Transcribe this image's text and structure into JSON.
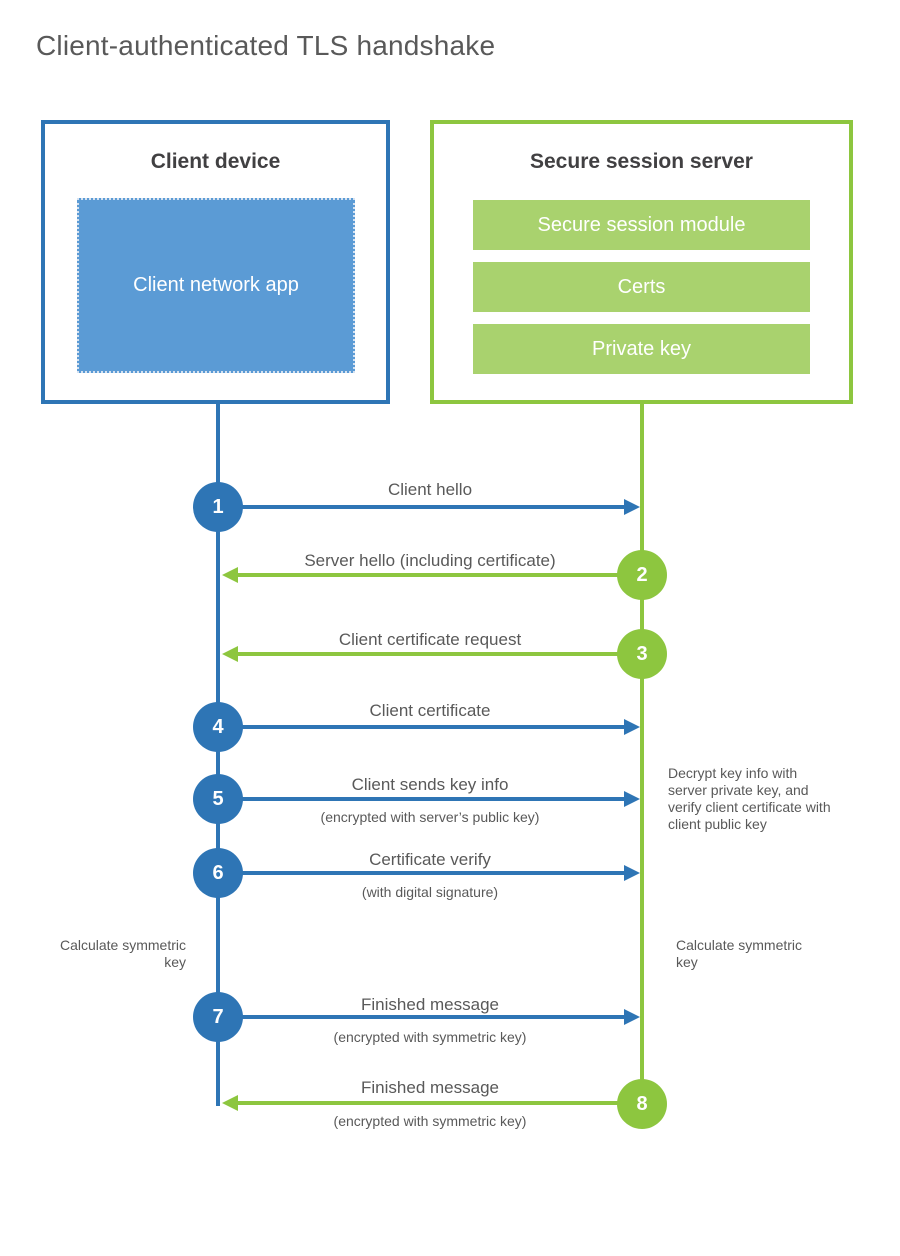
{
  "title": "Client-authenticated TLS handshake",
  "client": {
    "title": "Client device",
    "app_label": "Client network app"
  },
  "server": {
    "title": "Secure session server",
    "modules": [
      "Secure session module",
      "Certs",
      "Private key"
    ]
  },
  "messages": [
    {
      "num": "1",
      "from": "client",
      "to": "server",
      "label": "Client hello"
    },
    {
      "num": "2",
      "from": "server",
      "to": "client",
      "label": "Server hello (including certificate)"
    },
    {
      "num": "3",
      "from": "server",
      "to": "client",
      "label": "Client certificate request"
    },
    {
      "num": "4",
      "from": "client",
      "to": "server",
      "label": "Client certificate"
    },
    {
      "num": "5",
      "from": "client",
      "to": "server",
      "label": "Client sends key info",
      "sublabel": "(encrypted with server’s public key)"
    },
    {
      "num": "6",
      "from": "client",
      "to": "server",
      "label": "Certificate verify",
      "sublabel": "(with digital signature)"
    },
    {
      "num": "7",
      "from": "client",
      "to": "server",
      "label": "Finished message",
      "sublabel": "(encrypted with symmetric key)"
    },
    {
      "num": "8",
      "from": "server",
      "to": "client",
      "label": "Finished message",
      "sublabel": "(encrypted with symmetric key)"
    }
  ],
  "notes": {
    "decrypt": "Decrypt key info with server private key, and verify client certificate with client public key",
    "calculate_left": "Calculate symmetric key",
    "calculate_right": "Calculate symmetric key"
  },
  "colors": {
    "client_blue": "#2E75B5",
    "client_fill_blue": "#5B9BD5",
    "server_green": "#8DC63F",
    "server_fill_green": "#A9D26E",
    "label_gray": "#595959",
    "heading_gray": "#414042"
  }
}
